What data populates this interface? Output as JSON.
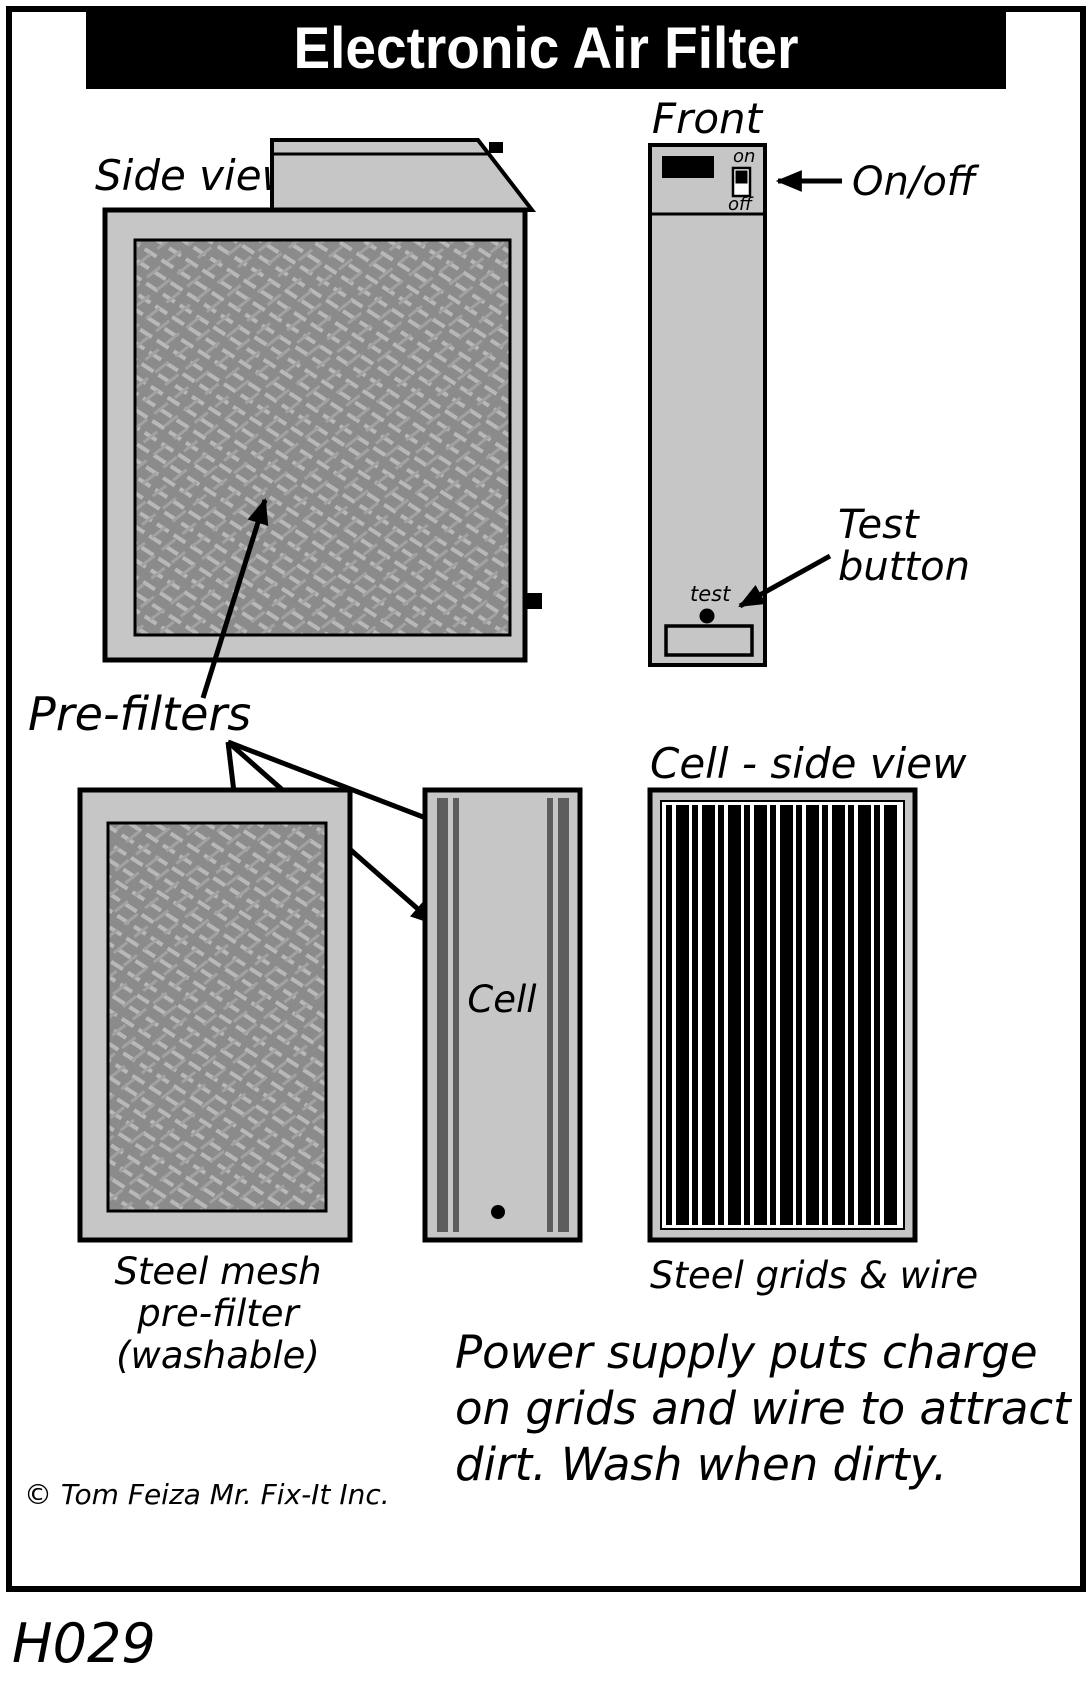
{
  "title": "Electronic Air Filter",
  "code": "H029",
  "copyright": "© Tom Feiza Mr. Fix-It Inc.",
  "labels": {
    "side_view": "Side view",
    "front": "Front",
    "on_off": "On/off",
    "on": "on",
    "off": "off",
    "test": "test",
    "test_button_line1": "Test",
    "test_button_line2": "button",
    "pre_filters": "Pre-filters",
    "cell": "Cell",
    "cell_side_view": "Cell - side view",
    "steel_mesh_line1": "Steel mesh",
    "steel_mesh_line2": "pre-filter",
    "steel_mesh_line3": "(washable)",
    "steel_grids": "Steel grids & wire",
    "caption_line1": "Power supply puts charge",
    "caption_line2": "on grids and wire to attract",
    "caption_line3": "dirt. Wash when dirty."
  },
  "colors": {
    "unit_fill": "#c6c6c6",
    "mesh_background": "#8b8b8b",
    "mesh_light": "#b8b8b8",
    "mesh_mid": "#a2a2a2",
    "strip_dark": "#5d5d5d",
    "outline": "#000000",
    "title_bar": "#000000"
  }
}
